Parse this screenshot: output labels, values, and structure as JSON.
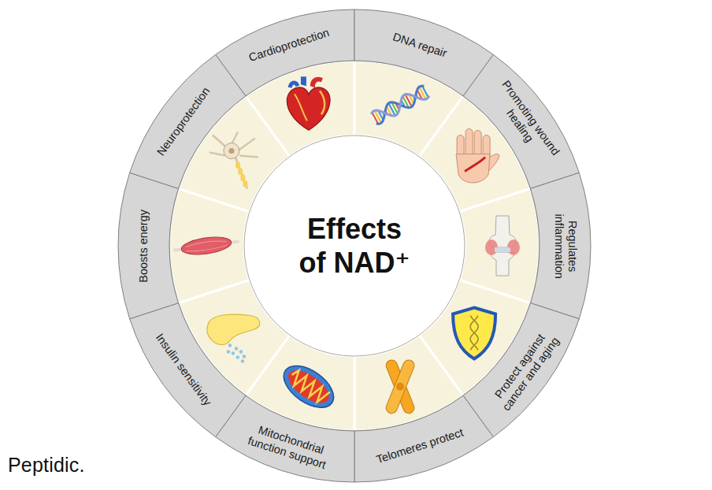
{
  "diagram": {
    "title": "Effects of NAD⁺",
    "nodes": [
      {
        "text": [
          "Cardioprotection"
        ]
      },
      {
        "text": [
          "DNA repair"
        ]
      },
      {
        "text": [
          "Promoting wound healing"
        ]
      },
      {
        "text": [
          "Regulates inflammation"
        ]
      },
      {
        "text": [
          "Protect against cancer and aging"
        ]
      },
      {
        "text": [
          "Telomeres protect"
        ]
      },
      {
        "text": [
          "Mitochondrial function support"
        ]
      },
      {
        "text": [
          "Insulin sensitivity"
        ]
      },
      {
        "text": [
          "Boosts energy"
        ]
      },
      {
        "text": [
          "Neuroprotection"
        ]
      }
    ],
    "labels": [
      "Peptidic."
    ]
  }
}
